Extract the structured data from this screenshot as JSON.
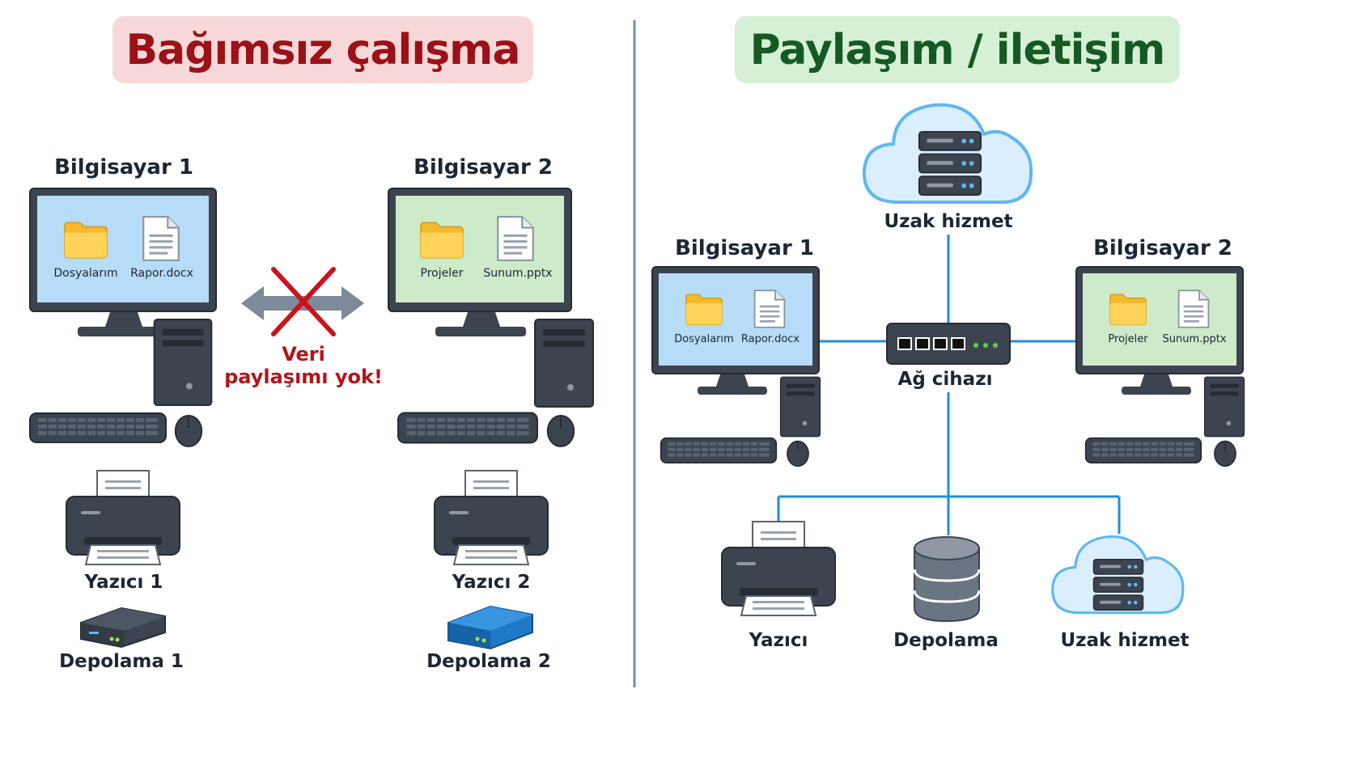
{
  "left": {
    "title": "Bağımsız çalışma",
    "computer1": {
      "label": "Bilgisayar 1",
      "folder": "Dosyalarım",
      "file": "Rapor.docx"
    },
    "computer2": {
      "label": "Bilgisayar 2",
      "folder": "Projeler",
      "file": "Sunum.pptx"
    },
    "no_share_line1": "Veri",
    "no_share_line2": "paylaşımı yok!",
    "printer1": "Yazıcı 1",
    "printer2": "Yazıcı 2",
    "storage1": "Depolama 1",
    "storage2": "Depolama 2"
  },
  "right": {
    "title": "Paylaşım / iletişim",
    "remote_top": "Uzak hizmet",
    "computer1": {
      "label": "Bilgisayar 1",
      "folder": "Dosyalarım",
      "file": "Rapor.docx"
    },
    "computer2": {
      "label": "Bilgisayar 2",
      "folder": "Projeler",
      "file": "Sunum.pptx"
    },
    "network_device": "Ağ cihazı",
    "printer": "Yazıcı",
    "storage": "Depolama",
    "remote_bottom": "Uzak hizmet"
  },
  "colors": {
    "left_title_bg": "#f7d8d8",
    "left_title_text": "#9c1018",
    "right_title_bg": "#d6f0d6",
    "right_title_text": "#155a23",
    "divider": "#6f8fae",
    "network_line": "#1f8fd6",
    "screen_blue": "#b7dcf7",
    "screen_green": "#cdebc9",
    "device_dark": "#3c4450",
    "cross_red": "#c8141b"
  }
}
